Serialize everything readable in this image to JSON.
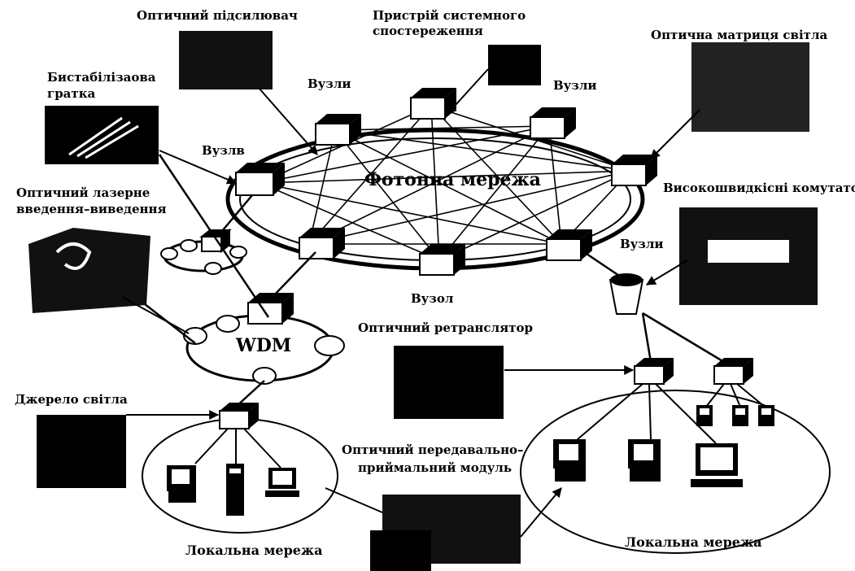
{
  "labels": {
    "subscriber": "Оптичний підсилювач",
    "monitor": [
      "Пристрій системного",
      "спостереження"
    ],
    "light_matrix": "Оптична матриця світла",
    "node_top_left": "Вузли",
    "node_top_right": "Вузли",
    "bistable": [
      "Бистабілізаова",
      "гратка"
    ],
    "node_left": "Вузлв",
    "photonic": "Фотонна мережа",
    "wavelength": "Високошвидкісні комутатор",
    "wdm_amp": [
      "Оптичний лазерне",
      "введення–виведення"
    ],
    "node_right": "Вузли",
    "node_bottom": "Вузол",
    "wdm": "WDM",
    "retransmitter": "Оптичний ретранслятор",
    "light_source": "Джерело світла",
    "transceiver": [
      "Оптичний передавально–",
      "приймальний модуль"
    ],
    "lan_left": "Локальна мережа",
    "lan_right": "Локальна мережа"
  },
  "colors": {
    "ink": "#000000",
    "paper": "#ffffff",
    "box_front": "#ffffff"
  }
}
